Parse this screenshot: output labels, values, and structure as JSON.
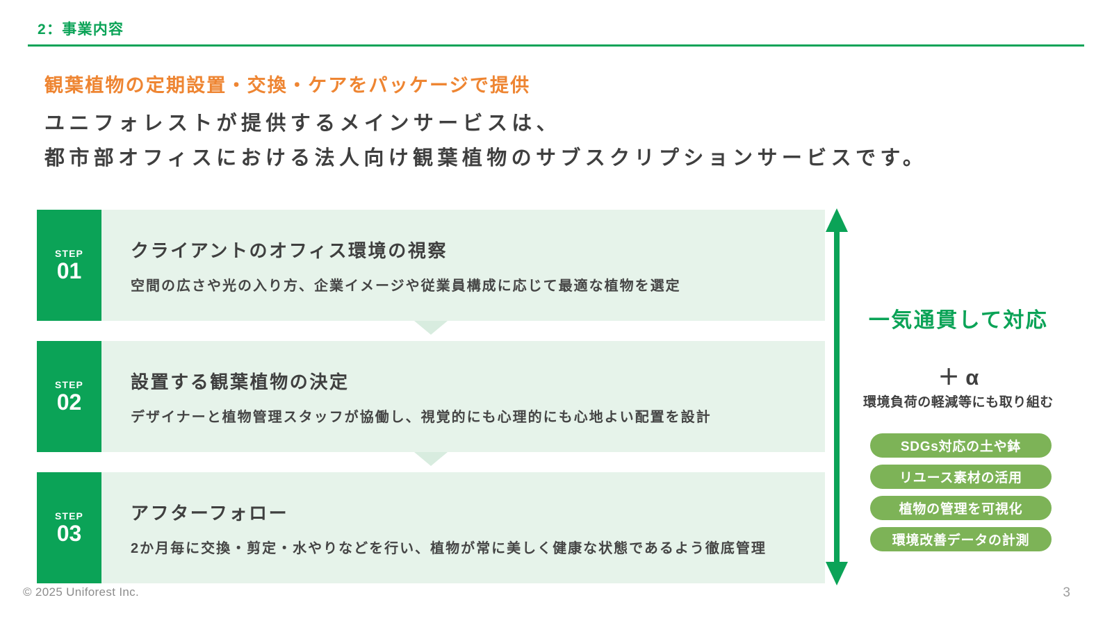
{
  "slide": {
    "section_label": "2：事業内容",
    "subtitle_orange": "観葉植物の定期設置・交換・ケアをパッケージで提供",
    "title_line1": "ユニフォレストが提供するメインサービスは、",
    "title_line2": "都市部オフィスにおける法人向け観葉植物のサブスクリプションサービスです。",
    "footer_copyright": "© 2025 Uniforest Inc.",
    "page_number": "3"
  },
  "steps": [
    {
      "label": "STEP",
      "number": "01",
      "title": "クライアントのオフィス環境の視察",
      "description": "空間の広さや光の入り方、企業イメージや従業員構成に応じて最適な植物を選定"
    },
    {
      "label": "STEP",
      "number": "02",
      "title": "設置する観葉植物の決定",
      "description": "デザイナーと植物管理スタッフが協働し、視覚的にも心理的にも心地よい配置を設計"
    },
    {
      "label": "STEP",
      "number": "03",
      "title": "アフターフォロー",
      "description": "2か月毎に交換・剪定・水やりなどを行い、植物が常に美しく健康な状態であるよう徹底管理"
    }
  ],
  "sidebar": {
    "arrow_caption": "一気通貫して対応",
    "plus_alpha": "＋ α",
    "plus_alpha_caption": "環境負荷の軽減等にも取り組む",
    "pills": [
      {
        "label": "SDGs対応の土や鉢"
      },
      {
        "label": "リユース素材の活用"
      },
      {
        "label": "植物の管理を可視化"
      },
      {
        "label": "環境改善データの計測"
      }
    ]
  },
  "colors": {
    "brand_green": "#0ba357",
    "light_green": "#e6f3ea",
    "pill_green": "#7db357",
    "accent_orange": "#ee8532",
    "dark_text": "#3f3f3f",
    "gray_text": "#8c8c8c"
  }
}
